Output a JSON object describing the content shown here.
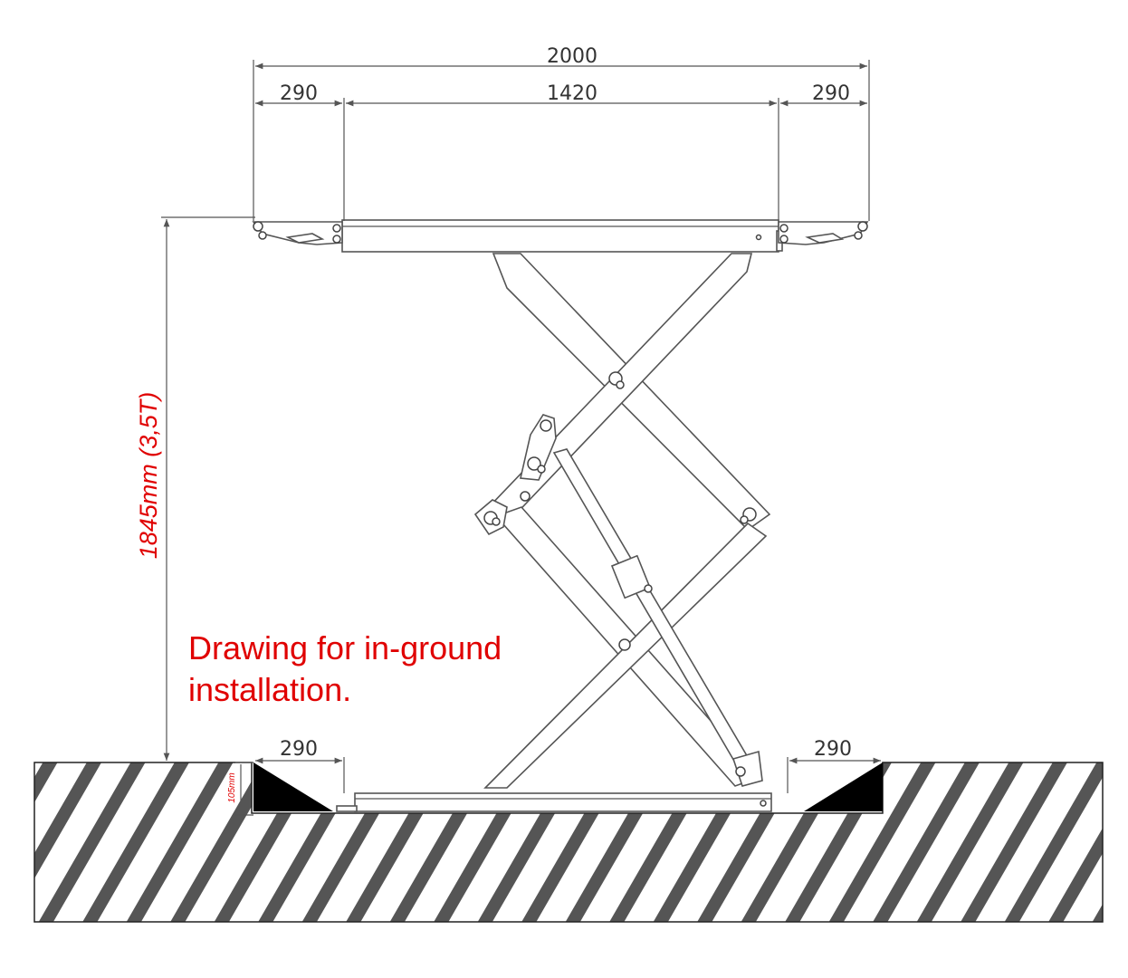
{
  "dimensions": {
    "overall_width": "2000",
    "left_extension_top": "290",
    "platform_width": "1420",
    "right_extension_top": "290",
    "left_extension_bottom": "290",
    "right_extension_bottom": "290",
    "lift_height": "1845mm (3,5T)",
    "pit_depth": "105mm"
  },
  "note": {
    "line1": "Drawing for in-ground",
    "line2": "installation."
  },
  "colors": {
    "annotation": "#e00000",
    "lines": "#555555",
    "ground_hatch": "#555555",
    "ramp_fill": "#000000"
  }
}
